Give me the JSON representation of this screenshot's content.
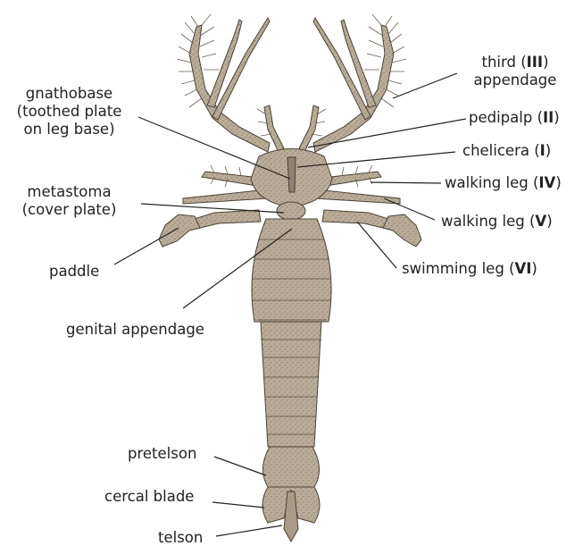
{
  "colors": {
    "body_fill": "#b8ab97",
    "body_dark": "#9c8f7b",
    "outline": "#4a4338",
    "leader": "#222222",
    "text": "#222222"
  },
  "labels": {
    "gnathobase": {
      "l1": "gnathobase",
      "l2": "(toothed plate",
      "l3": "on leg base)"
    },
    "metastoma": {
      "l1": "metastoma",
      "l2": "(cover plate)"
    },
    "paddle": "paddle",
    "genital": "genital appendage",
    "pretelson": "pretelson",
    "cercal": "cercal blade",
    "telson": "telson",
    "third": {
      "l1_pre": "third (",
      "l1_bold": "III",
      "l1_post": ")",
      "l2": "appendage"
    },
    "pedipalp": {
      "pre": "pedipalp (",
      "bold": "II",
      "post": ")"
    },
    "chelicera": {
      "pre": "chelicera (",
      "bold": "I",
      "post": ")"
    },
    "walking4": {
      "pre": "walking leg (",
      "bold": "IV",
      "post": ")"
    },
    "walking5": {
      "pre": "walking leg (",
      "bold": "V",
      "post": ")"
    },
    "swimming": {
      "pre": "swimming leg (",
      "bold": "VI",
      "post": ")"
    }
  }
}
